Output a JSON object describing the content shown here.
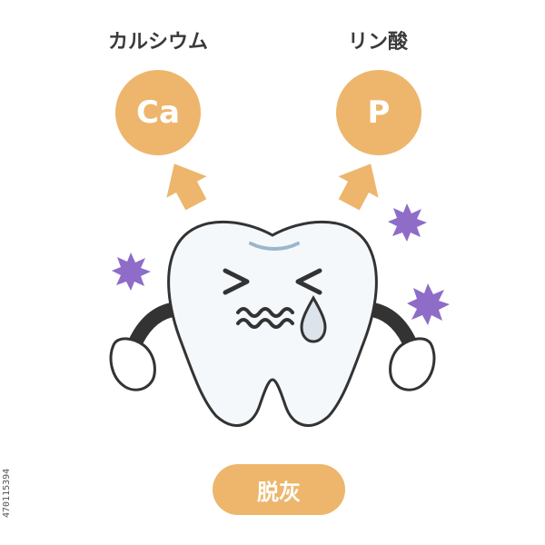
{
  "labels": {
    "calcium_name": "カルシウム",
    "phosphate_name": "リン酸",
    "calcium_symbol": "Ca",
    "phosphate_symbol": "P",
    "process": "脱灰"
  },
  "side_text": "470115394",
  "colors": {
    "accent": "#EDB66C",
    "germ": "#8E6CC8",
    "tooth_fill": "#F4F8FB",
    "outline": "#333333",
    "tear": "#DCE3EA"
  },
  "icons": [
    "arrow-up-icon",
    "germ-icon",
    "tooth-icon",
    "tear-icon"
  ]
}
